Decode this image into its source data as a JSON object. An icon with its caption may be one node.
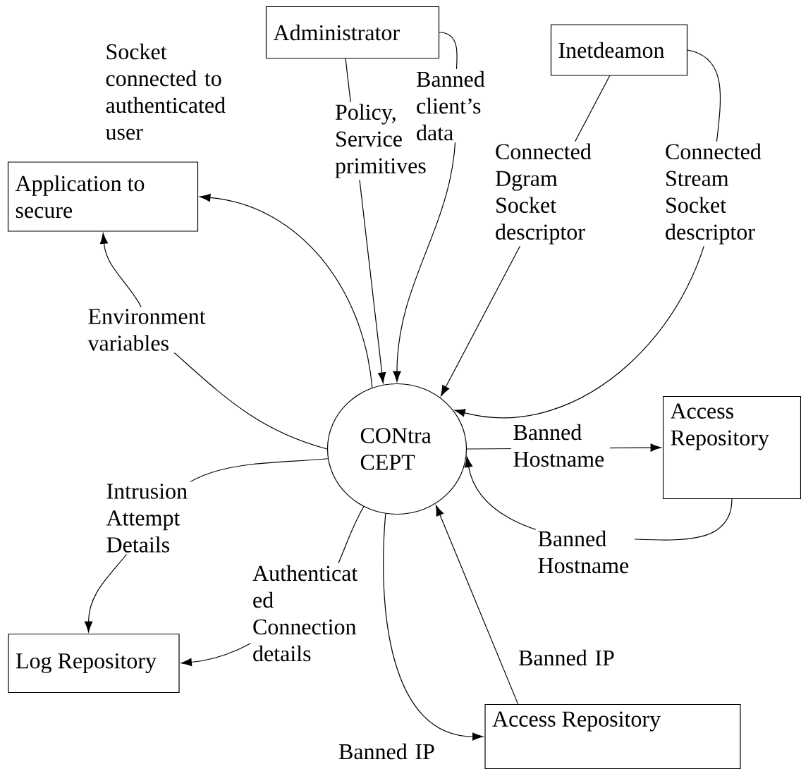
{
  "diagram": {
    "nodes": [
      {
        "text": [
          "Administrator"
        ]
      },
      {
        "text": [
          "Inetdeamon"
        ]
      },
      {
        "text": [
          "Application to secure"
        ]
      },
      {
        "text": [
          "CONtra CEPT"
        ]
      },
      {
        "text": [
          "Access Repository"
        ]
      },
      {
        "text": [
          "Log Repository"
        ]
      },
      {
        "text": [
          "Access Repository"
        ]
      }
    ],
    "edges": [
      {
        "from": 3,
        "to": 2,
        "arrow": "to",
        "label": "Socket connected to authenticated user"
      },
      {
        "from": 3,
        "to": 2,
        "arrow": "to",
        "label": "Environment variables"
      },
      {
        "from": 0,
        "to": 3,
        "arrow": "to",
        "label": "Policy, Service primitives"
      },
      {
        "from": 0,
        "to": 3,
        "arrow": "to",
        "label": "Banned client’s data"
      },
      {
        "from": 1,
        "to": 3,
        "arrow": "to",
        "label": "Connected Dgram Socket descriptor"
      },
      {
        "from": 1,
        "to": 3,
        "arrow": "to",
        "label": "Connected Stream Socket descriptor"
      },
      {
        "from": 3,
        "to": 4,
        "arrow": "to",
        "label": "Banned Hostname"
      },
      {
        "from": 4,
        "to": 3,
        "arrow": "to",
        "label": "Banned Hostname"
      },
      {
        "from": 3,
        "to": 5,
        "arrow": "to",
        "label": "Intrusion Attempt Details"
      },
      {
        "from": 3,
        "to": 5,
        "arrow": "to",
        "label": "Authenticat ed Connection details"
      },
      {
        "from": 6,
        "to": 3,
        "arrow": "to",
        "label": "Banned IP"
      },
      {
        "from": 3,
        "to": 6,
        "arrow": "to",
        "label": "Banned IP"
      }
    ]
  }
}
